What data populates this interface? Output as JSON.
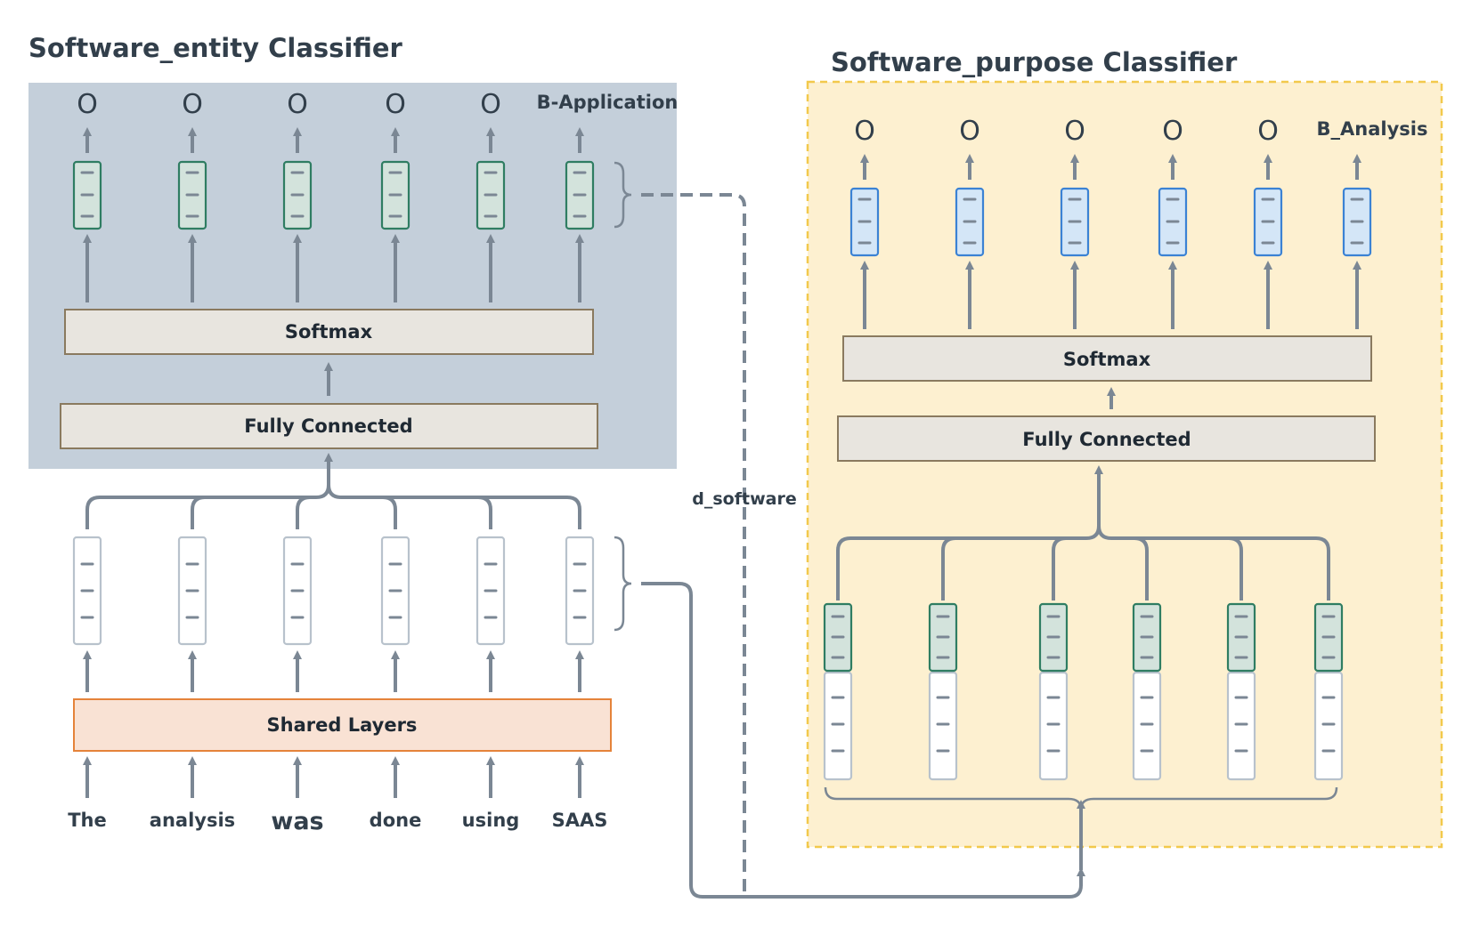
{
  "left": {
    "title": "Software_entity Classifier",
    "outputs": [
      "O",
      "O",
      "O",
      "O",
      "O",
      "B-Application"
    ],
    "softmax_label": "Softmax",
    "fc_label": "Fully Connected",
    "shared_label": "Shared Layers",
    "words": [
      "The",
      "analysis",
      "was",
      "done",
      "using",
      "SAAS"
    ]
  },
  "right": {
    "title": "Software_purpose Classifier",
    "outputs": [
      "O",
      "O",
      "O",
      "O",
      "O",
      "B_Analysis"
    ],
    "softmax_label": "Softmax",
    "fc_label": "Fully Connected"
  },
  "connector_label": "d_software",
  "colors": {
    "left_panel": "#c4cfda",
    "right_panel": "#fdf0d0",
    "right_border": "#f2c94c",
    "green_vec": "#2f7d62",
    "green_fill": "#d3e3dc",
    "blue_vec": "#3b82d4",
    "blue_fill": "#d4e6f7",
    "shared_fill": "#f9e2d4",
    "shared_border": "#e5833a",
    "box_fill": "#e8e5df",
    "box_border": "#8a7a5f",
    "arrow": "#7b8794"
  }
}
